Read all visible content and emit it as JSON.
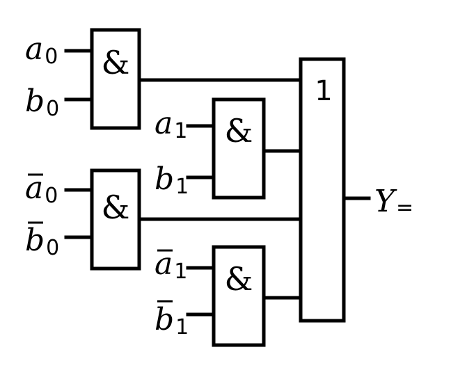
{
  "gates": {
    "and_symbol": "&",
    "or_symbol": "1"
  },
  "inputs": [
    {
      "letter": "a",
      "index": "0",
      "negated": false
    },
    {
      "letter": "b",
      "index": "0",
      "negated": false
    },
    {
      "letter": "a",
      "index": "1",
      "negated": false
    },
    {
      "letter": "b",
      "index": "1",
      "negated": false
    },
    {
      "letter": "a",
      "index": "0",
      "negated": true
    },
    {
      "letter": "b",
      "index": "0",
      "negated": true
    },
    {
      "letter": "a",
      "index": "1",
      "negated": true
    },
    {
      "letter": "b",
      "index": "1",
      "negated": true
    }
  ],
  "output": {
    "letter": "Y",
    "subscript": "="
  }
}
